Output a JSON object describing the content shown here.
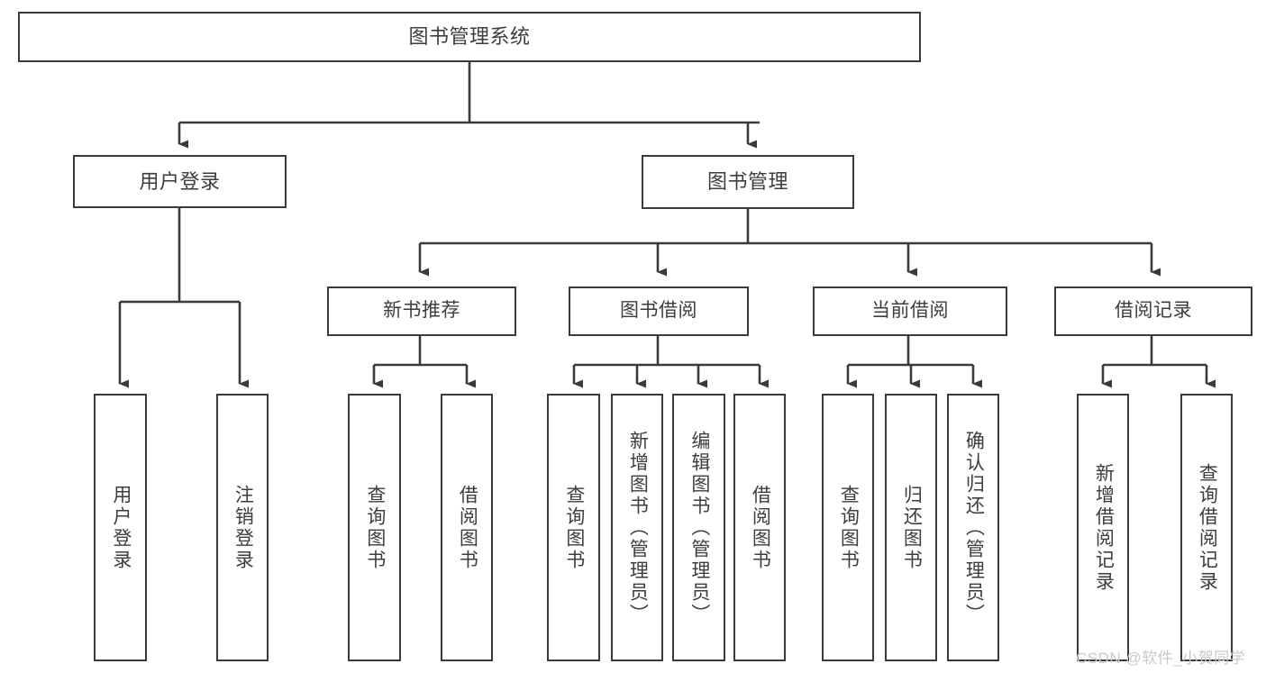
{
  "diagram": {
    "type": "tree-hierarchy-diagram",
    "title": "图书管理系统",
    "watermark": "CSDN @软件_小贺同学",
    "colors": {
      "box_border": "#3a3a3a",
      "box_fill": "#ffffff",
      "text": "#3d3d3d",
      "connector": "#3a3a3a",
      "watermark": "#c9c9c9",
      "background": "#ffffff"
    },
    "nodes": {
      "root": {
        "label": "图书管理系统"
      },
      "level1": [
        {
          "label": "用户登录"
        },
        {
          "label": "图书管理"
        }
      ],
      "level2": [
        {
          "label": "新书推荐"
        },
        {
          "label": "图书借阅"
        },
        {
          "label": "当前借阅"
        },
        {
          "label": "借阅记录"
        }
      ],
      "leaves": {
        "user_login": [
          {
            "label": "用户登录"
          },
          {
            "label": "注销登录"
          }
        ],
        "new_book": [
          {
            "label": "查询图书"
          },
          {
            "label": "借阅图书"
          }
        ],
        "book_borrow": [
          {
            "label": "查询图书"
          },
          {
            "label": "新增图书（管理员）"
          },
          {
            "label": "编辑图书（管理员）"
          },
          {
            "label": "借阅图书"
          }
        ],
        "current_borrow": [
          {
            "label": "查询图书"
          },
          {
            "label": "归还图书"
          },
          {
            "label": "确认归还（管理员）"
          }
        ],
        "borrow_record": [
          {
            "label": "新增借阅记录"
          },
          {
            "label": "查询借阅记录"
          }
        ]
      }
    }
  }
}
